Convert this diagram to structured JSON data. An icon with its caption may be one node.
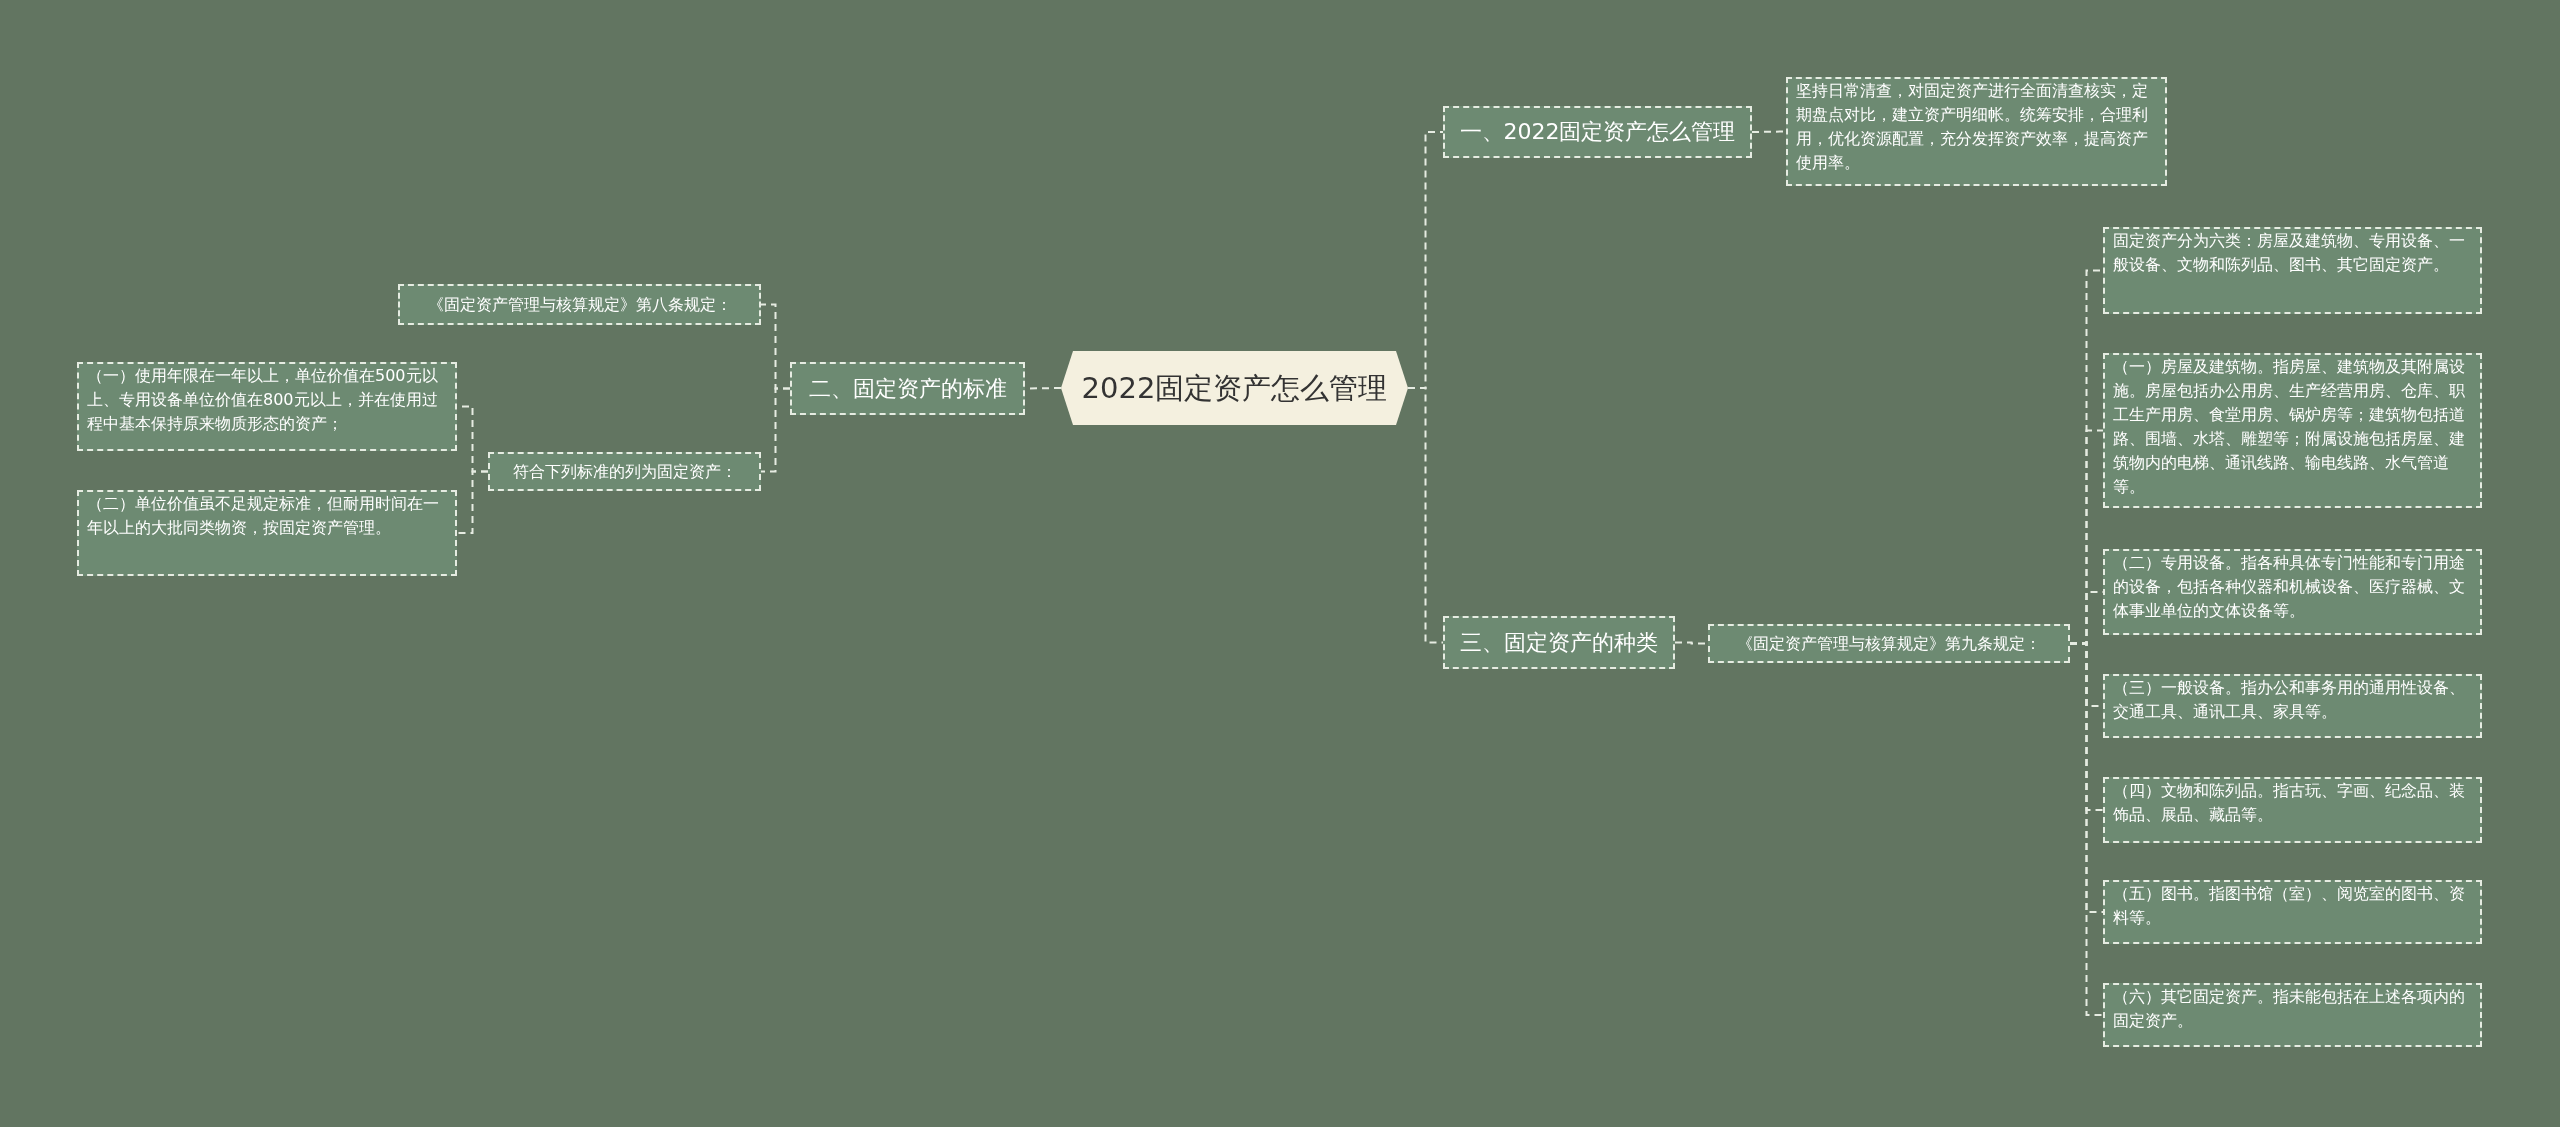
{
  "diagram": {
    "nodes": [
      {
        "text": [
          "2022固定资产怎么管理"
        ]
      },
      {
        "text": [
          "一、2022固定资产怎么管理"
        ]
      },
      {
        "text": [
          "坚持日常清查，对固定资产进行全面清查核实，定期盘点对比，建立资产明细帐。统筹安排，合理利用，优化资源配置，充分发挥资产效率，提高资产使用率。"
        ]
      },
      {
        "text": [
          "二、固定资产的标准"
        ]
      },
      {
        "text": [
          "《固定资产管理与核算规定》第八条规定："
        ]
      },
      {
        "text": [
          "符合下列标准的列为固定资产："
        ]
      },
      {
        "text": [
          "（一）使用年限在一年以上，单位价值在500元以上、专用设备单位价值在800元以上，并在使用过程中基本保持原来物质形态的资产；"
        ]
      },
      {
        "text": [
          "（二）单位价值虽不足规定标准，但耐用时间在一年以上的大批同类物资，按固定资产管理。"
        ]
      },
      {
        "text": [
          "三、固定资产的种类"
        ]
      },
      {
        "text": [
          "《固定资产管理与核算规定》第九条规定："
        ]
      },
      {
        "text": [
          "固定资产分为六类：房屋及建筑物、专用设备、一般设备、文物和陈列品、图书、其它固定资产。"
        ]
      },
      {
        "text": [
          "（一）房屋及建筑物。指房屋、建筑物及其附属设施。房屋包括办公用房、生产经营用房、仓库、职工生产用房、食堂用房、锅炉房等；建筑物包括道路、围墙、水塔、雕塑等；附属设施包括房屋、建筑物内的电梯、通讯线路、输电线路、水气管道等。"
        ]
      },
      {
        "text": [
          "（二）专用设备。指各种具体专门性能和专门用途的设备，包括各种仪器和机械设备、医疗器械、文体事业单位的文体设备等。"
        ]
      },
      {
        "text": [
          "（三）一般设备。指办公和事务用的通用性设备、交通工具、通讯工具、家具等。"
        ]
      },
      {
        "text": [
          "（四）文物和陈列品。指古玩、字画、纪念品、装饰品、展品、藏品等。"
        ]
      },
      {
        "text": [
          "（五）图书。指图书馆（室）、阅览室的图书、资料等。"
        ]
      },
      {
        "text": [
          "（六）其它固定资产。指未能包括在上述各项内的固定资产。"
        ]
      }
    ],
    "edges": [
      {
        "from": 0,
        "to": 1,
        "arrow": "none",
        "style": "dashed"
      },
      {
        "from": 0,
        "to": 3,
        "arrow": "none",
        "style": "dashed"
      },
      {
        "from": 0,
        "to": 8,
        "arrow": "none",
        "style": "dashed"
      },
      {
        "from": 1,
        "to": 2,
        "arrow": "none",
        "style": "dashed"
      },
      {
        "from": 3,
        "to": 4,
        "arrow": "none",
        "style": "dashed"
      },
      {
        "from": 3,
        "to": 5,
        "arrow": "none",
        "style": "dashed"
      },
      {
        "from": 5,
        "to": 6,
        "arrow": "none",
        "style": "dashed"
      },
      {
        "from": 5,
        "to": 7,
        "arrow": "none",
        "style": "dashed"
      },
      {
        "from": 8,
        "to": 9,
        "arrow": "none",
        "style": "dashed"
      },
      {
        "from": 9,
        "to": 10,
        "arrow": "none",
        "style": "dashed"
      },
      {
        "from": 9,
        "to": 11,
        "arrow": "none",
        "style": "dashed"
      },
      {
        "from": 9,
        "to": 12,
        "arrow": "none",
        "style": "dashed"
      },
      {
        "from": 9,
        "to": 13,
        "arrow": "none",
        "style": "dashed"
      },
      {
        "from": 9,
        "to": 14,
        "arrow": "none",
        "style": "dashed"
      },
      {
        "from": 9,
        "to": 15,
        "arrow": "none",
        "style": "dashed"
      },
      {
        "from": 9,
        "to": 16,
        "arrow": "none",
        "style": "dashed"
      }
    ]
  }
}
